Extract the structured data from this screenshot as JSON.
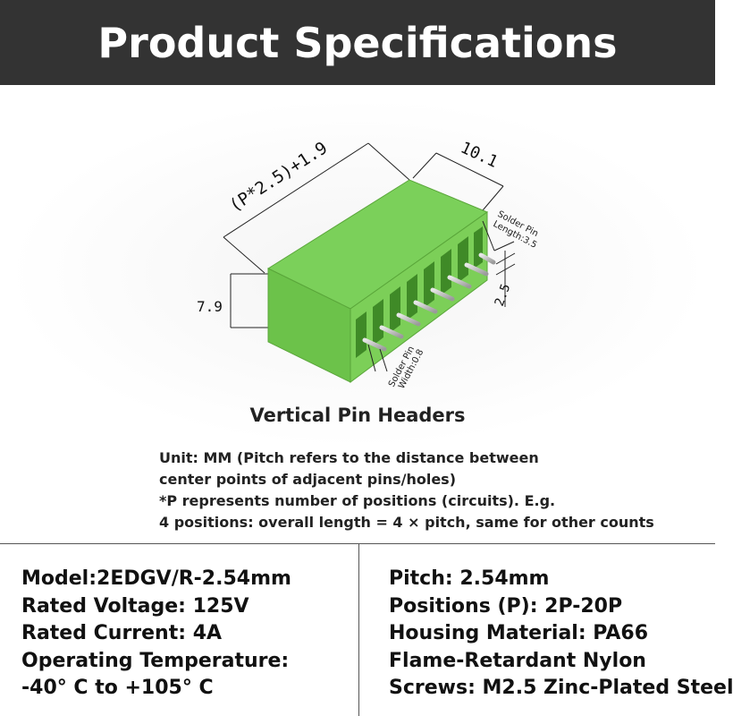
{
  "header": {
    "title": "Product Specifications"
  },
  "diagram": {
    "length_label": "(P*2.5)+1.9",
    "depth_label": "10.1",
    "height_label": "7.9",
    "pitch_label": "2.5",
    "solder_pin_length_line1": "Solder Pin",
    "solder_pin_length_line2": "Length:3.5",
    "solder_pin_width_line1": "Solder Pin",
    "solder_pin_width_line2": "Width:0.8",
    "housing_color": "#7bd05a"
  },
  "caption": "Vertical Pin Headers",
  "notes": [
    "Unit: MM (Pitch refers to the distance between",
    "center points of adjacent pins/holes)",
    "*P represents number of positions (circuits). E.g.",
    "4 positions: overall length = 4 × pitch, same for other counts"
  ],
  "specs_left": [
    "Model:2EDGV/R-2.54mm",
    "Rated Voltage: 125V",
    "Rated Current: 4A",
    "Operating Temperature:",
    "-40° C to +105° C"
  ],
  "specs_right": [
    "Pitch: 2.54mm",
    "Positions (P): 2P-20P",
    "Housing Material: PA66",
    "Flame-Retardant Nylon",
    "Screws: M2.5 Zinc-Plated Steel"
  ]
}
